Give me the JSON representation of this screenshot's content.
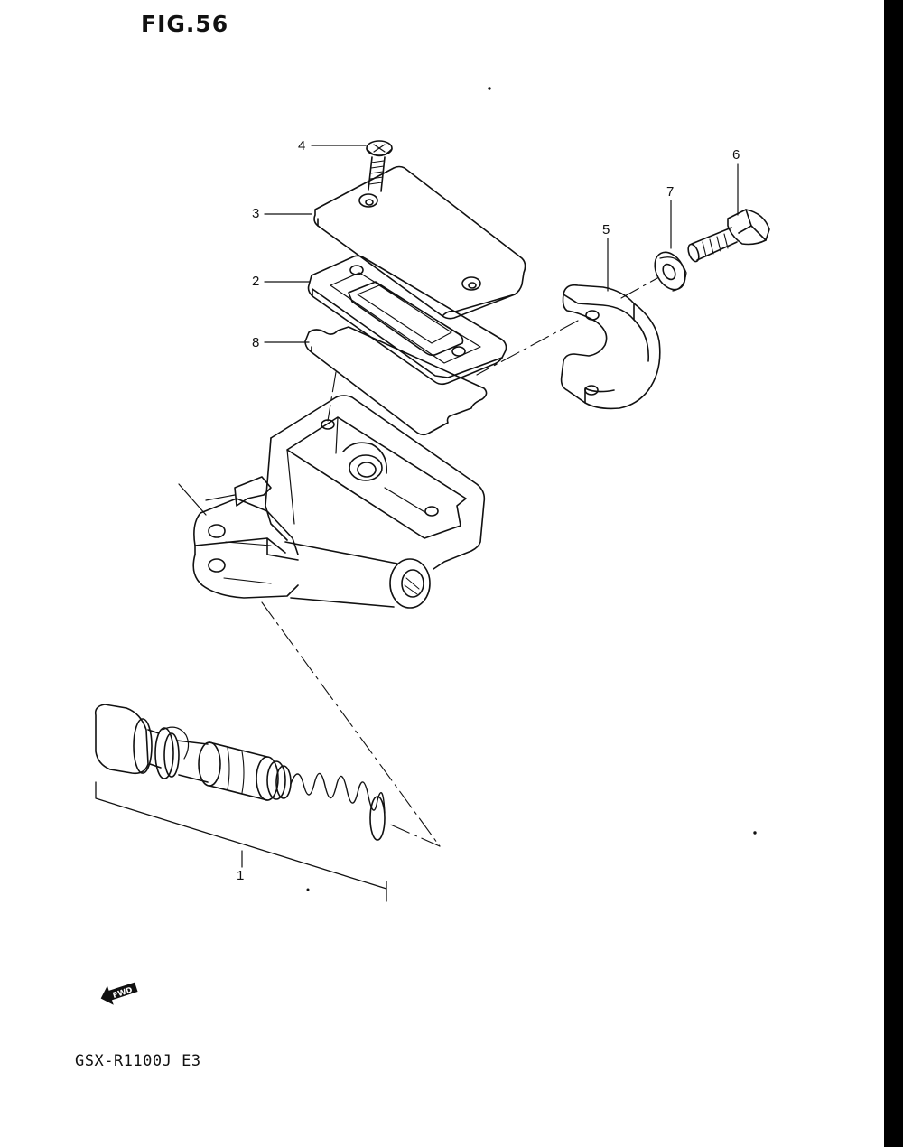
{
  "figure": {
    "title": "FIG.56"
  },
  "model_code": "GSX-R1100J E3",
  "callouts": [
    {
      "id": "1",
      "label": "1"
    },
    {
      "id": "2",
      "label": "2"
    },
    {
      "id": "3",
      "label": "3"
    },
    {
      "id": "4",
      "label": "4"
    },
    {
      "id": "5",
      "label": "5"
    },
    {
      "id": "6",
      "label": "6"
    },
    {
      "id": "7",
      "label": "7"
    },
    {
      "id": "8",
      "label": "8"
    }
  ],
  "fwd_badge": {
    "label": "FWD",
    "icon": "fwd-arrow-icon"
  },
  "colors": {
    "ink": "#111111",
    "background": "#ffffff",
    "edge_bar": "#000000"
  }
}
